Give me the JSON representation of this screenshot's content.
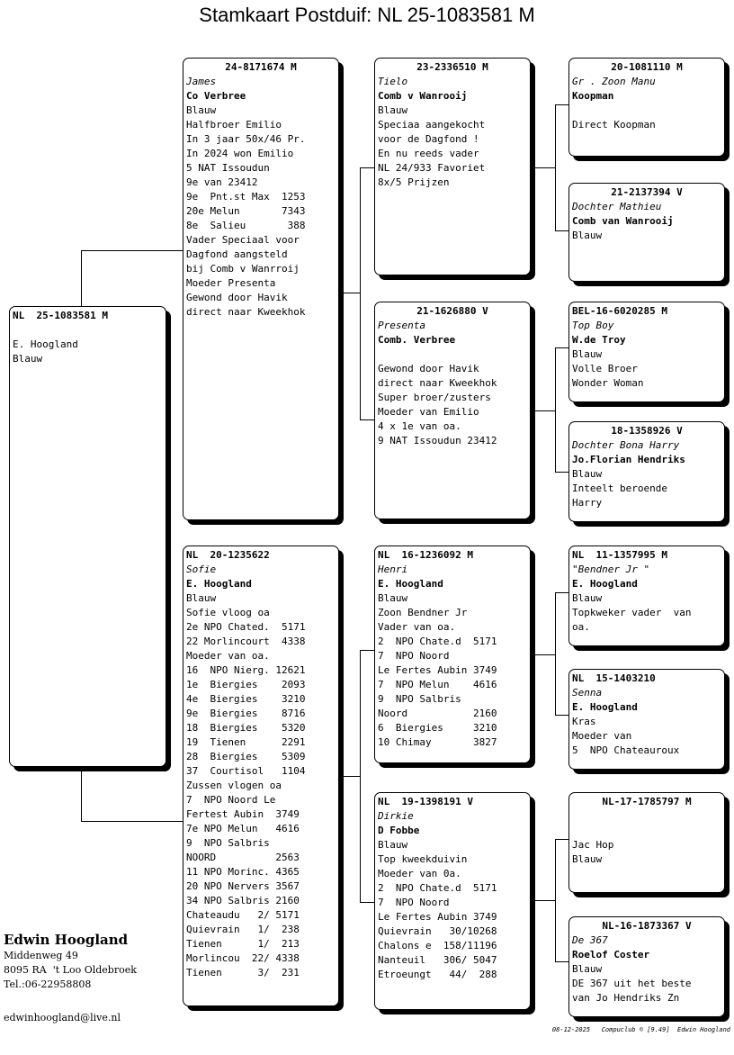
{
  "title": "Stamkaart Postduif: NL  25-1083581 M",
  "cards": {
    "subject": {
      "ring": "NL  25-1083581 M",
      "lines": [
        "",
        "E. Hoogland",
        "Blauw"
      ]
    },
    "father": {
      "ring": "24-8171674 M",
      "name": "James",
      "owner": "Co Verbree",
      "lines": [
        "Blauw",
        "Halfbroer Emilio",
        "In 3 jaar 50x/46 Pr.",
        "In 2024 won Emilio",
        "5 NAT Issoudun",
        "9e van 23412",
        "9e  Pnt.st Max  1253",
        "20e Melun       7343",
        "8e  Salieu       388",
        "Vader Speciaal voor",
        "Dagfond aangsteld",
        "bij Comb v Wanrroij",
        "Moeder Presenta",
        "Gewond door Havik",
        "direct naar Kweekhok"
      ]
    },
    "mother": {
      "ring": "NL  20-1235622",
      "name": "Sofie",
      "owner": "E. Hoogland",
      "lines": [
        "Blauw",
        "Sofie vloog oa",
        "2e NPO Chated.  5171",
        "22 Morlincourt  4338",
        "Moeder van oa.",
        "16  NPO Nierg. 12621",
        "1e  Biergies    2093",
        "4e  Biergies    3210",
        "9e  Biergies    8716",
        "18  Biergies    5320",
        "19  Tienen      2291",
        "28  Biergies    5309",
        "37  Courtisol   1104",
        "Zussen vlogen oa",
        "7  NPO Noord Le",
        "Fertest Aubin  3749",
        "7e NPO Melun   4616",
        "9  NPO Salbris",
        "NOORD          2563",
        "11 NPO Morinc. 4365",
        "20 NPO Nervers 3567",
        "34 NPO Salbris 2160",
        "Chateaudu   2/ 5171",
        "Quievrain   1/  238",
        "Tienen      1/  213",
        "Morlincou  22/ 4338",
        "Tienen      3/  231"
      ]
    },
    "ff": {
      "ring": "23-2336510 M",
      "name": "Tielo",
      "owner": "Comb v Wanrooij",
      "lines": [
        "Blauw",
        "Speciaa aangekocht",
        "voor de Dagfond !",
        "En nu reeds vader",
        "NL 24/933 Favoriet",
        "8x/5 Prijzen"
      ]
    },
    "fm": {
      "ring": "21-1626880 V",
      "name": "Presenta",
      "owner": "Comb. Verbree",
      "lines": [
        "",
        "Gewond door Havik",
        "direct naar Kweekhok",
        "Super broer/zusters",
        "Moeder van Emilio",
        "4 x 1e van oa.",
        "9 NAT Issoudun 23412"
      ]
    },
    "mf": {
      "ring": "NL  16-1236092 M",
      "name": "Henri",
      "owner": "E. Hoogland",
      "lines": [
        "Blauw",
        "Zoon Bendner Jr",
        "Vader van oa.",
        "2  NPO Chate.d  5171",
        "7  NPO Noord",
        "Le Fertes Aubin 3749",
        "7  NPO Melun    4616",
        "9  NPO Salbris",
        "Noord           2160",
        "6  Biergies     3210",
        "10 Chimay       3827"
      ]
    },
    "mm": {
      "ring": "NL  19-1398191 V",
      "name": "Dirkie",
      "owner": "D Fobbe",
      "lines": [
        "Blauw",
        "Top kweekduivin",
        "Moeder van 0a.",
        "2  NPO Chate.d  5171",
        "7  NPO Noord",
        "Le Fertes Aubin 3749",
        "Quievrain   30/10268",
        "Chalons e  158/11196",
        "Nanteuil   306/ 5047",
        "Etroeungt   44/  288"
      ]
    },
    "fff": {
      "ring": "20-1081110 M",
      "name": "Gr . Zoon Manu",
      "owner": "Koopman",
      "lines": [
        "",
        "Direct Koopman"
      ]
    },
    "ffm": {
      "ring": "21-2137394 V",
      "name": "Dochter Mathieu",
      "owner": "Comb van Wanrooij",
      "lines": [
        "Blauw"
      ]
    },
    "fmf": {
      "ring": "BEL-16-6020285 M",
      "name": "Top Boy",
      "owner": "W.de Troy",
      "lines": [
        "Blauw",
        "Volle Broer",
        "Wonder Woman"
      ]
    },
    "fmm": {
      "ring": "18-1358926 V",
      "name": "Dochter Bona Harry",
      "owner": "Jo.Florian Hendriks",
      "lines": [
        "Blauw",
        "Inteelt beroende",
        "Harry"
      ]
    },
    "mff": {
      "ring": "NL  11-1357995 M",
      "name": "\"Bendner Jr \"",
      "owner": "E. Hoogland",
      "lines": [
        "Blauw",
        "Topkweker vader  van",
        "oa."
      ]
    },
    "mfm": {
      "ring": "NL  15-1403210",
      "name": "Senna",
      "owner": "E. Hoogland",
      "lines": [
        "Kras",
        "Moeder van",
        "5  NPO Chateauroux"
      ]
    },
    "mmf": {
      "ring": "NL-17-1785797 M",
      "name": "",
      "owner": "",
      "lines": [
        "Jac Hop",
        "Blauw"
      ]
    },
    "mmm": {
      "ring": "NL-16-1873367 V",
      "name": "De 367",
      "owner": "Roelof Coster",
      "lines": [
        "Blauw",
        "DE 367 uit het beste",
        "van Jo Hendriks Zn"
      ]
    }
  },
  "breeder": {
    "name": "Edwin Hoogland",
    "address": "Middenweg 49",
    "city": "8095 RA  't Loo Oldebroek",
    "phone": "Tel.:06-22958808",
    "email": "edwinhoogland@live.nl"
  },
  "footer": "08-12-2025   Compuclub © [9.49]  Edwin Hoogland"
}
